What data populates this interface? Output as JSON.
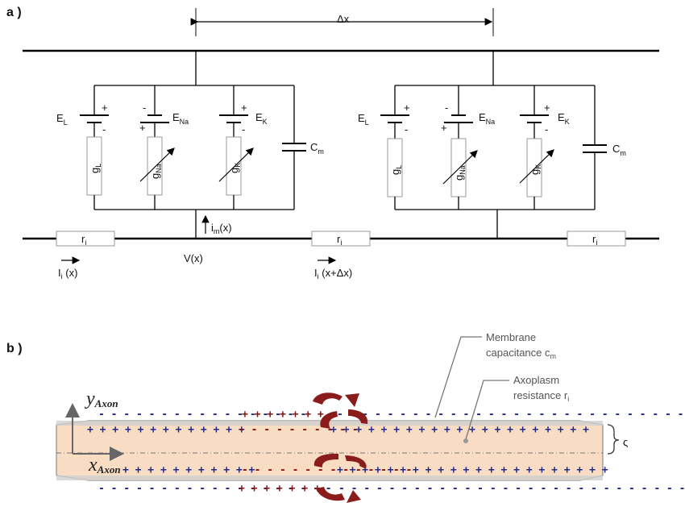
{
  "panel_a": {
    "label": "a )",
    "dx": "Δx",
    "E_L": "E",
    "E_L_sub": "L",
    "E_Na": "E",
    "E_Na_sub": "Na",
    "E_K": "E",
    "E_K_sub": "K",
    "C_m": "C",
    "C_m_sub": "m",
    "g_L": "g",
    "g_L_sub": "L",
    "g_Na": "g",
    "g_Na_sub": "Na",
    "g_K": "g",
    "g_K_sub": "K",
    "r_i": "r",
    "r_i_sub": "i",
    "plus": "+",
    "minus": "-",
    "i_m_pre": "i",
    "i_m_sub": "m",
    "i_m_post": "(x)",
    "V": "V(x)",
    "I_i_pre": "I",
    "I_i_sub": "i",
    "I_i_x_post": " (x)",
    "I_i_xdx_post": " (x+Δx)"
  },
  "panel_b": {
    "label": "b )",
    "y_axon": "y",
    "y_axon_sub": "Axon",
    "x_axon": "x",
    "x_axon_sub": "Axon",
    "membrane_line1": "Membrane",
    "membrane_line2": "capacitance c",
    "membrane_sub": "m",
    "axoplasm_line1": "Axoplasm",
    "axoplasm_line2": "resistance r",
    "axoplasm_sub": "i",
    "zeta": "ς",
    "top_outer_left": "- - - - - - - - - - - - - - - - -",
    "top_outer_mid": "+ + + + + + +",
    "top_outer_right": "- - - - - - - - - - - - - - - - - - - - - - - - - - - - - - -",
    "top_inner_left": "+ + + + + + + + + + + + +",
    "top_inner_mid": "- - - - - - - - - -",
    "top_inner_right": "+ + + + + + + + + + + + + + + + + + + + +",
    "bot_inner_left": "+ + + + + + + + + + +",
    "bot_inner_mid": "- - - - - - - - - - - - - -",
    "bot_inner_right": "+ + + + + + + + + + + + + + + + + + + + + +",
    "bot_outer_left": "- - - - - - - - - - - - - - - - - - -",
    "bot_outer_mid": "+ + + + + + +",
    "bot_outer_right": "- - - - - - - - - - - - - - - - - - - - - - - - - - - - - -"
  },
  "colors": {
    "axon_fill": "#f8dcc4",
    "positive_blue": "#1f2a8a",
    "negative_red": "#8a1010",
    "arrow_red": "#8b1c1c"
  }
}
